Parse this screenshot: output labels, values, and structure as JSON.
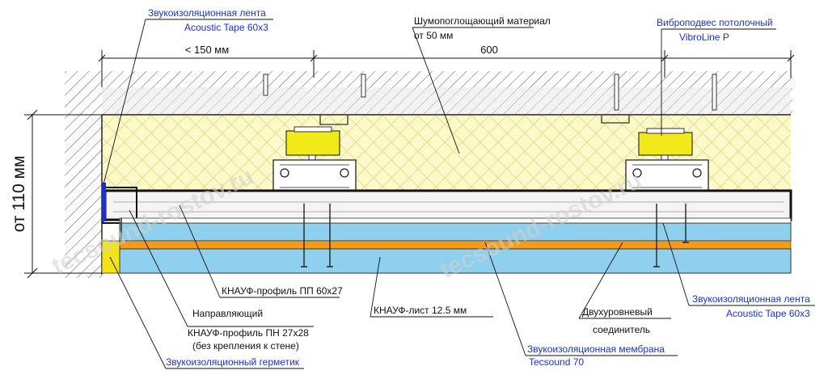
{
  "callouts": {
    "tape_top_line1": "Звукоизоляционная лента",
    "tape_top_line2": "Acoustic Tape 60x3",
    "absorber_line1": "Шумопоглощающий материал",
    "absorber_line2": "от 50 мм",
    "hanger_line1": "Виброподвес потолочный",
    "hanger_line2": "VibroLine P",
    "pp_profile": "КНАУФ-профиль ПП 60x27",
    "guide_line1": "Направляющий",
    "guide_line2": "КНАУФ-профиль ПН 27x28",
    "guide_line3": "(без крепления к стене)",
    "sealant": "Звукоизоляционный герметик",
    "knauf_sheet": "КНАУФ-лист 12.5 мм",
    "connector_line1": "Двухуровневый",
    "connector_line2": "соединитель",
    "membrane_line1": "Звукоизоляционная мембрана",
    "membrane_line2": "Tecsound 70",
    "tape_right_line1": "Звукоизоляционная лента",
    "tape_right_line2": "Acoustic Tape 60x3"
  },
  "dimensions": {
    "wall_offset": "< 150 мм",
    "hanger_spacing": "600",
    "total_height": "от 110 мм"
  },
  "watermark": {
    "text": "tecsound-rostov.ru"
  },
  "colors": {
    "absorber": "#fdf9c8",
    "absorber_grid": "#e8d98a",
    "gypsum": "#8fd0ef",
    "membrane": "#f39b1b",
    "concrete_fill": "#e6e6e6",
    "hanger_yellow": "#f2ea18",
    "sealant": "#f2e31a",
    "blue_text": "#1a2fd6"
  }
}
